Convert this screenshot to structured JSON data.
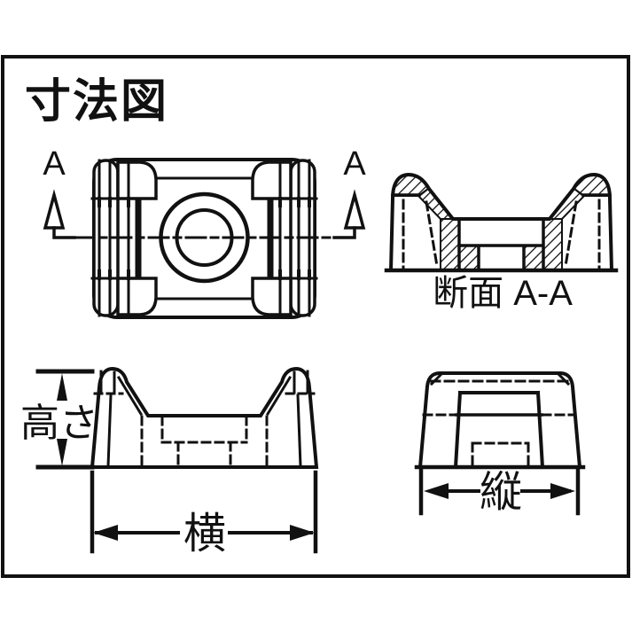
{
  "title": "寸法図",
  "top_view": {
    "section_arrow_label_left": "A",
    "section_arrow_label_right": "A"
  },
  "section_view": {
    "caption": "断面 A-A"
  },
  "front_view": {
    "height_label": "高さ",
    "width_label": "横"
  },
  "side_view": {
    "depth_label": "縦"
  },
  "colors": {
    "line_color": "#111111",
    "background": "#ffffff"
  }
}
